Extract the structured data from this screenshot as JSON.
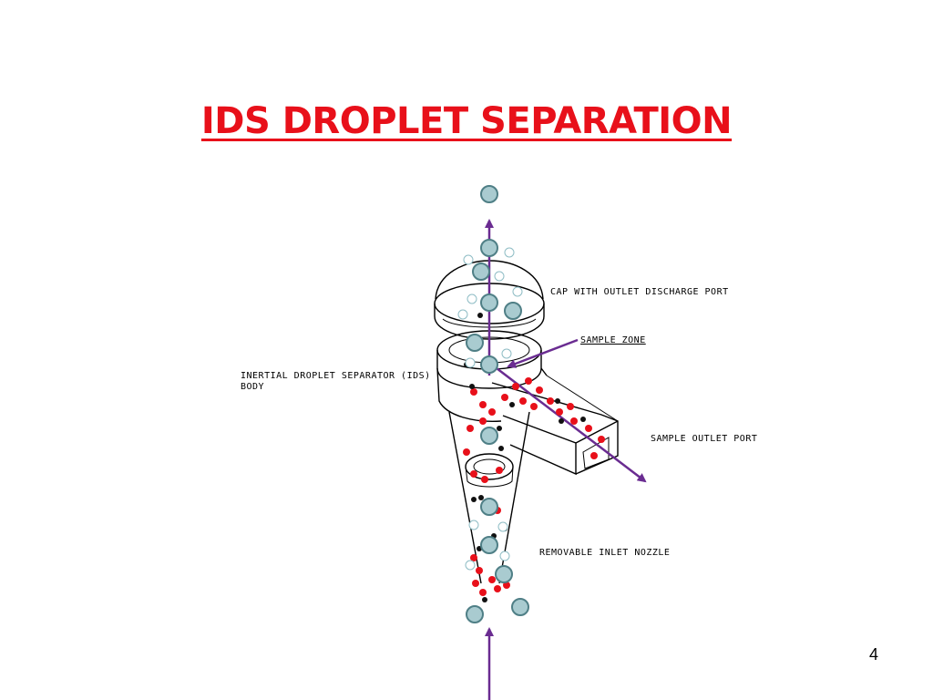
{
  "slide": {
    "title": "IDS DROPLET SEPARATION",
    "page_number": "4"
  },
  "labels": {
    "cap": "CAP WITH OUTLET DISCHARGE PORT",
    "sample_zone": "SAMPLE ZONE",
    "body_line1": "INERTIAL DROPLET SEPARATOR (IDS)",
    "body_line2": "BODY",
    "outlet": "SAMPLE OUTLET PORT",
    "nozzle": "REMOVABLE INLET NOZZLE"
  },
  "colors": {
    "title": "#e8101a",
    "arrow": "#6a2c91",
    "large_droplet_fill": "#a9cbd0",
    "large_droplet_stroke": "#4f7f86",
    "small_droplet": "#e8101a",
    "fine_droplet": "#b9dbe2"
  }
}
